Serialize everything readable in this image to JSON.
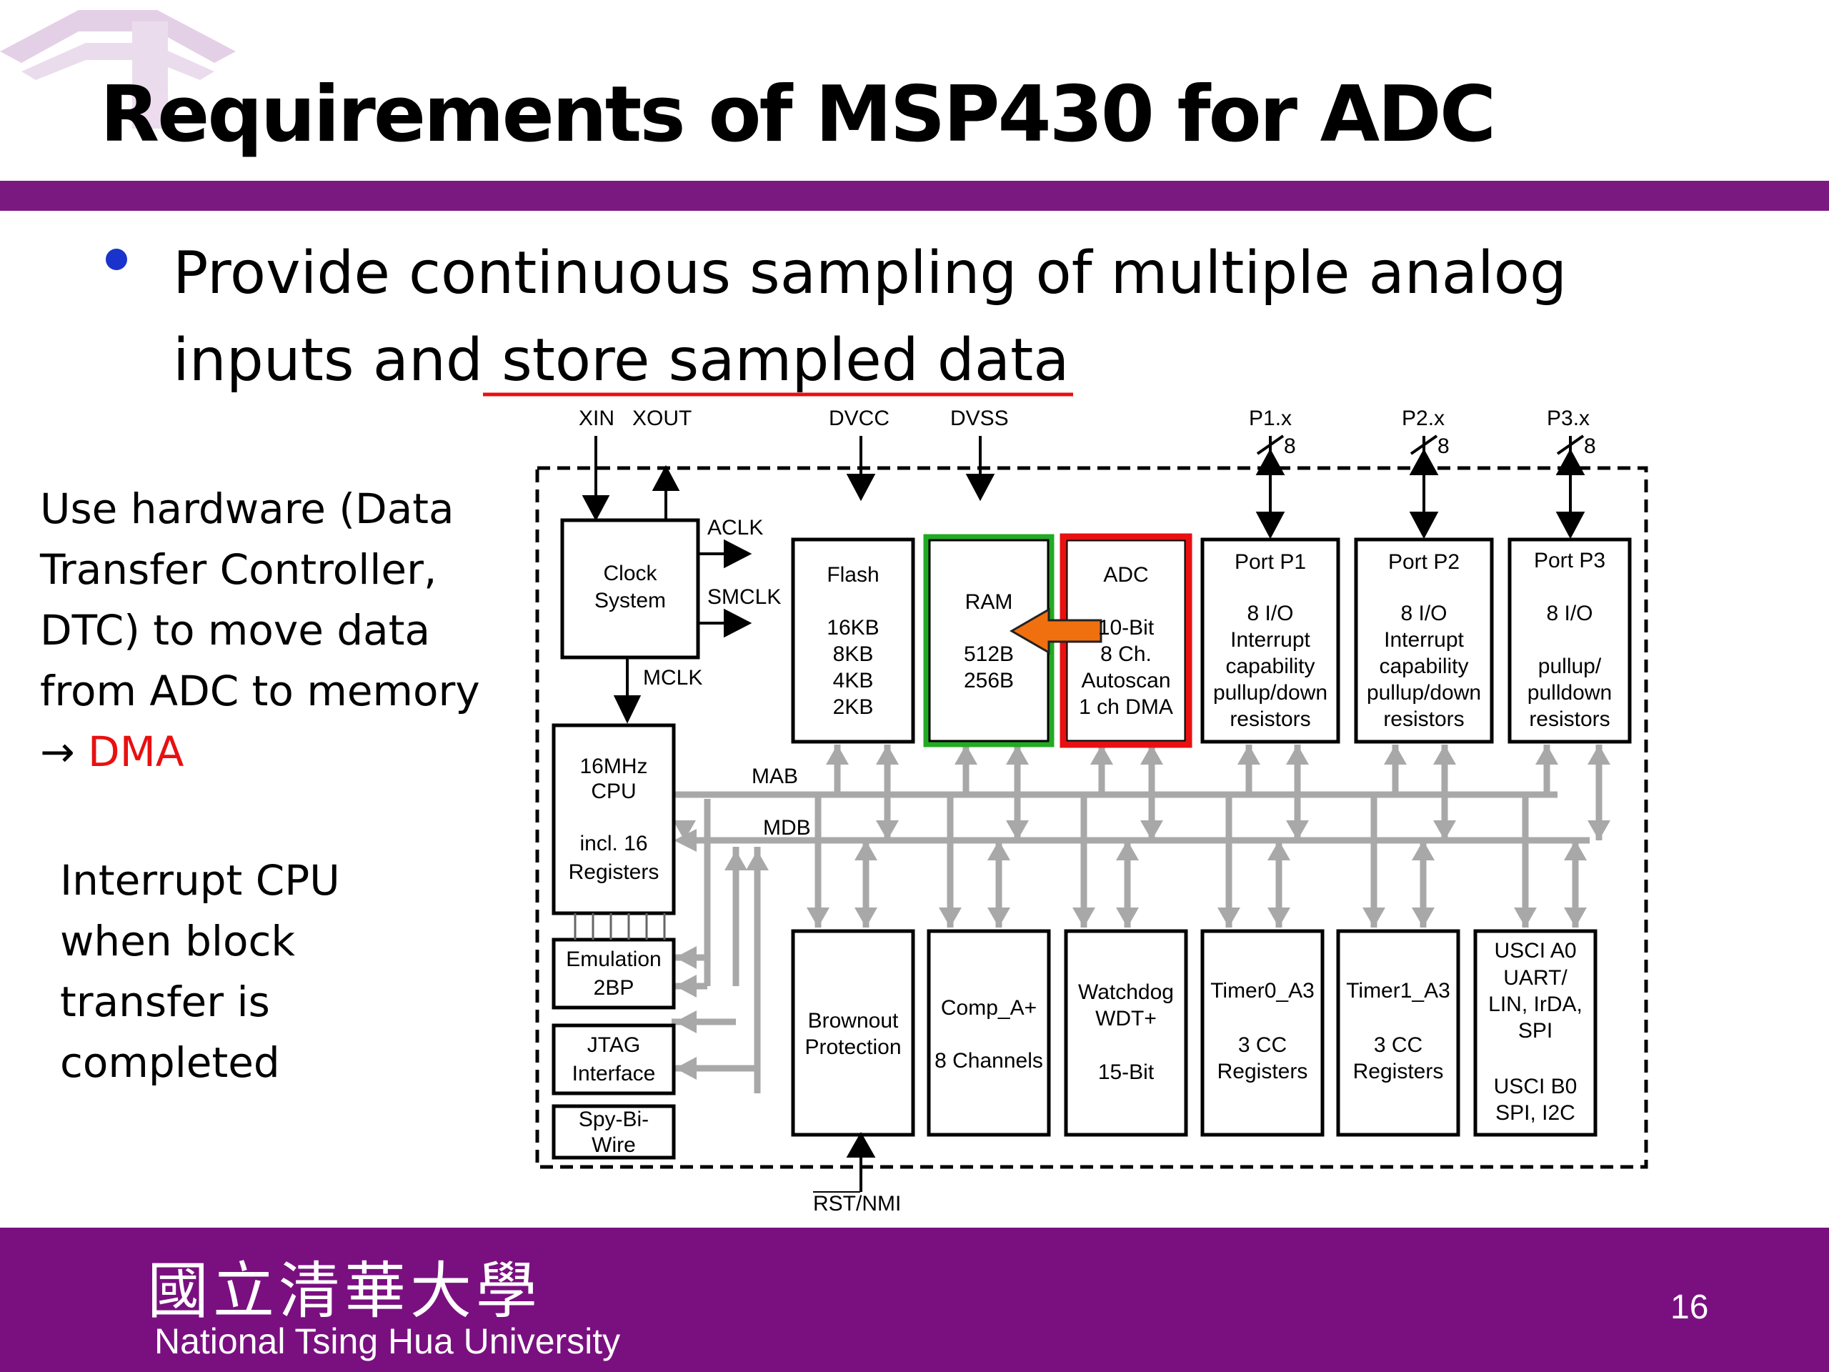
{
  "title": "Requirements of MSP430 for ADC",
  "bullet": {
    "line1": "Provide continuous sampling of multiple analog",
    "line2_plain": "inputs and ",
    "line2_underlined": "store sampled data"
  },
  "side_note_1": {
    "lines": [
      "Use hardware (Data",
      "Transfer Controller,",
      "DTC) to move data",
      "from ADC to memory"
    ],
    "arrow": "→",
    "dma": "DMA"
  },
  "side_note_2": {
    "lines": [
      "Interrupt CPU",
      "when block",
      "transfer is",
      "completed"
    ]
  },
  "diagram": {
    "pins": {
      "xin": "XIN",
      "xout": "XOUT",
      "dvcc": "DVCC",
      "dvss": "DVSS",
      "p1": "P1.x",
      "p2": "P2.x",
      "p3": "P3.x",
      "bus_width": "8",
      "rst": "RST/NMI"
    },
    "clock": {
      "line1": "Clock",
      "line2": "System",
      "aclk": "ACLK",
      "smclk": "SMCLK",
      "mclk": "MCLK"
    },
    "cpu": {
      "line1": "16MHz",
      "line2": "CPU",
      "line3": "incl. 16",
      "line4": "Registers"
    },
    "mab": "MAB",
    "mdb": "MDB",
    "flash": {
      "line1": "Flash",
      "line2": "16KB",
      "line3": "8KB",
      "line4": "4KB",
      "line5": "2KB"
    },
    "ram": {
      "line1": "RAM",
      "line2": "512B",
      "line3": "256B"
    },
    "adc": {
      "line1": "ADC",
      "line2": "10-Bit",
      "line3": "8 Ch.",
      "line4": "Autoscan",
      "line5": "1 ch DMA"
    },
    "port1": {
      "line1": "Port P1",
      "line2": "8 I/O",
      "line3": "Interrupt",
      "line4": "capability",
      "line5": "pullup/down",
      "line6": "resistors"
    },
    "port2": {
      "line1": "Port P2",
      "line2": "8 I/O",
      "line3": "Interrupt",
      "line4": "capability",
      "line5": "pullup/down",
      "line6": "resistors"
    },
    "port3": {
      "line1": "Port P3",
      "line2": "8 I/O",
      "line3": "pullup/",
      "line4": "pulldown",
      "line5": "resistors"
    },
    "emulation": {
      "line1": "Emulation",
      "line2": "2BP"
    },
    "jtag": {
      "line1": "JTAG",
      "line2": "Interface"
    },
    "spybiwire": {
      "line1": "Spy-Bi-",
      "line2": "Wire"
    },
    "brownout": {
      "line1": "Brownout",
      "line2": "Protection"
    },
    "comp": {
      "line1": "Comp_A+",
      "line2": "8 Channels"
    },
    "watchdog": {
      "line1": "Watchdog",
      "line2": "WDT+",
      "line3": "15-Bit"
    },
    "timer0": {
      "line1": "Timer0_A3",
      "line2": "3 CC",
      "line3": "Registers"
    },
    "timer1": {
      "line1": "Timer1_A3",
      "line2": "3 CC",
      "line3": "Registers"
    },
    "usci": {
      "line1": "USCI A0",
      "line2": "UART/",
      "line3": "LIN, IrDA,",
      "line4": "SPI",
      "line5": "USCI B0",
      "line6": "SPI, I2C"
    }
  },
  "footer": {
    "university_cn": "國立清華大學",
    "university_en": "National Tsing Hua University",
    "page": "16"
  },
  "colors": {
    "accent_purple": "#7a1a80",
    "highlight_red": "#e81010",
    "highlight_green": "#22aa22",
    "dma_arrow": "#f07010",
    "bus_gray": "#a0a0a0"
  }
}
